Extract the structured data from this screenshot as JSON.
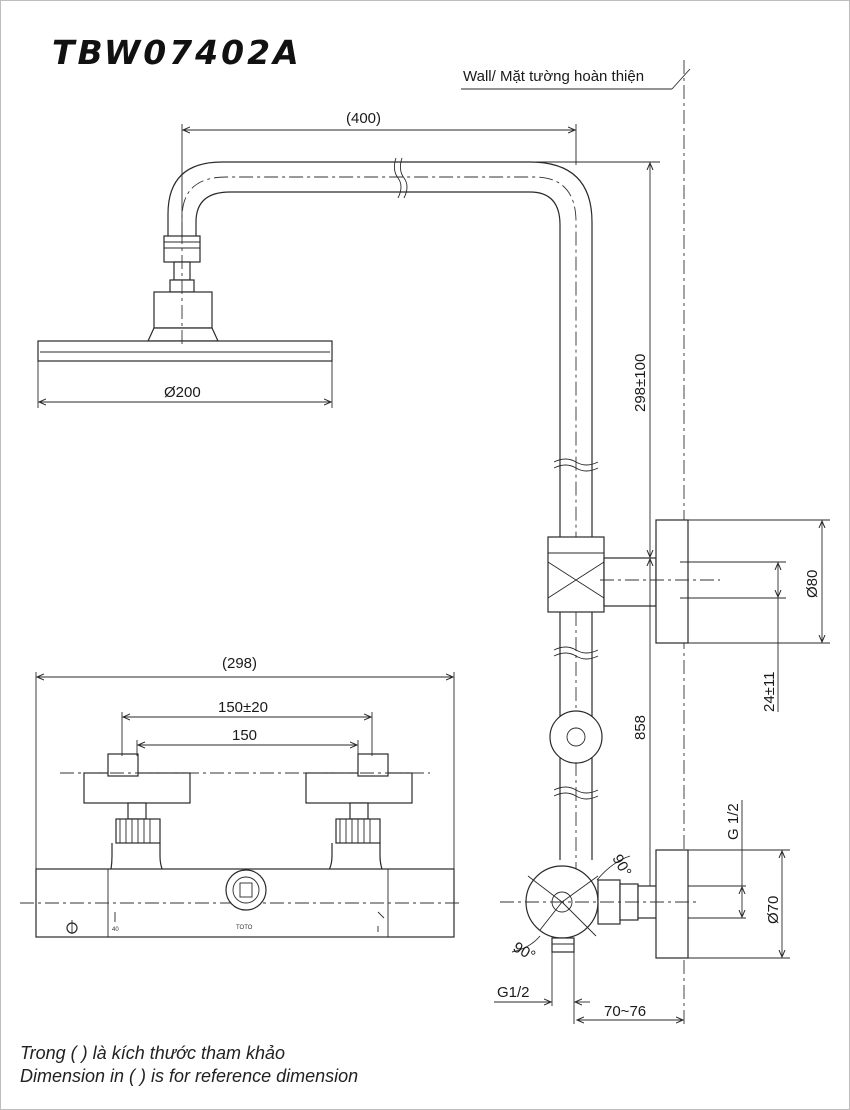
{
  "model": "TBW07402A",
  "wall_label": "Wall/ Mặt tường hoàn thiện",
  "dimensions": {
    "arm_length": "(400)",
    "head_diameter": "Ø200",
    "height_adjust": "298±100",
    "bracket_diameter": "Ø80",
    "bracket_offset": "24±11",
    "vertical_height": "858",
    "mixer_width": "(298)",
    "inlet_spacing_range": "150±20",
    "inlet_spacing": "150",
    "outlet_thread": "G1/2",
    "inlet_thread": "G 1/2",
    "flange_diameter": "Ø70",
    "wall_offset": "70~76",
    "angle_top": "90°",
    "angle_bottom": "90°"
  },
  "mixer_marks": {
    "brand": "TOTO",
    "temp_mark": "40"
  },
  "notes": {
    "vi": "Trong ( ) là kích thước tham khảo",
    "en": "Dimension in ( ) is for reference dimension"
  }
}
